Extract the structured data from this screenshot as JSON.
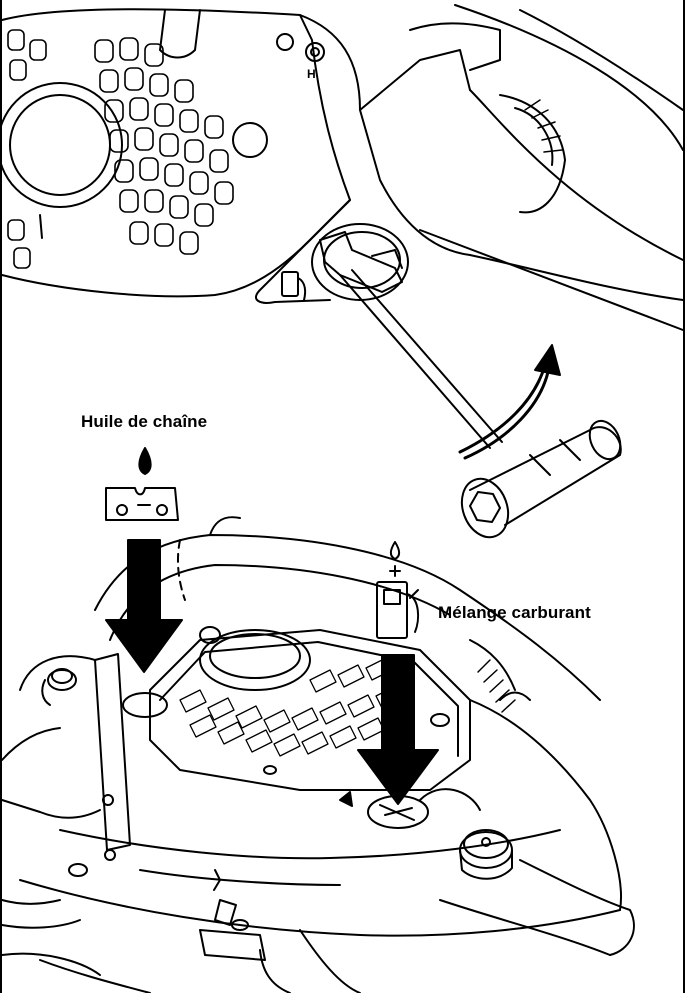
{
  "labels": {
    "chain_oil": "Huile de chaîne",
    "fuel_mix": "Mélange carburant",
    "guard_letter_h": "H"
  },
  "icons": [
    "chain-oil-drop-icon",
    "saw-chain-link-icon",
    "fuel-drop-icon",
    "fuel-pump-icon",
    "down-arrow-icon",
    "curved-arrow-icon",
    "t-wrench-icon"
  ],
  "colors": {
    "line": "#000000",
    "background": "#ffffff"
  }
}
